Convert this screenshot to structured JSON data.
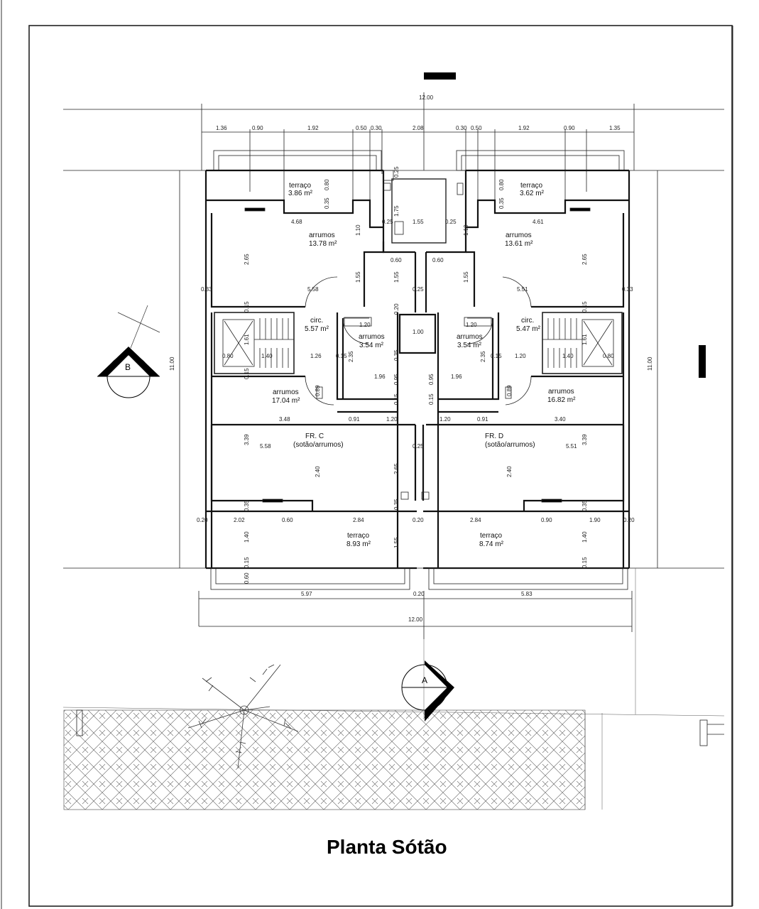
{
  "title": "Planta Sótão",
  "sections": {
    "a": "A",
    "b": "B"
  },
  "rooms": {
    "terraco_tl": {
      "name": "terraço",
      "area": "3.86 m²"
    },
    "terraco_tr": {
      "name": "terraço",
      "area": "3.62 m²"
    },
    "arrumos_tl": {
      "name": "arrumos",
      "area": "13.78 m²"
    },
    "arrumos_tr": {
      "name": "arrumos",
      "area": "13.61 m²"
    },
    "circ_l": {
      "name": "circ.",
      "area": "5.57 m²"
    },
    "circ_r": {
      "name": "circ.",
      "area": "5.47 m²"
    },
    "arrumos_cl": {
      "name": "arrumos",
      "area": "3.54 m²"
    },
    "arrumos_cr": {
      "name": "arrumos",
      "area": "3.54 m²"
    },
    "arrumos_ml": {
      "name": "arrumos",
      "area": "17.04 m²"
    },
    "arrumos_mr": {
      "name": "arrumos",
      "area": "16.82 m²"
    },
    "fr_c": {
      "name": "FR. C",
      "use": "(sotão/arrumos)"
    },
    "fr_d": {
      "name": "FR. D",
      "use": "(sotão/arrumos)"
    },
    "terraco_bl": {
      "name": "terraço",
      "area": "8.93 m²"
    },
    "terraco_br": {
      "name": "terraço",
      "area": "8.74 m²"
    }
  },
  "dims": {
    "top_total": "12.00",
    "top_row": [
      "1.36",
      "0.90",
      "1.92",
      "0.50",
      "0.30",
      "2.08",
      "0.30",
      "0.50",
      "1.92",
      "0.90",
      "1.35"
    ],
    "bottom_row": [
      "5.97",
      "0.20",
      "5.83"
    ],
    "bottom_total": "12.00",
    "side_left": "11.00",
    "side_right": "11.00",
    "inner": {
      "d080a": "0.80",
      "d035a": "0.35",
      "d080b": "0.80",
      "d035b": "0.35",
      "d025a": "0.25",
      "d175": "1.75",
      "d155a": "1.55",
      "d025b": "0.25",
      "d025c": "0.25",
      "d468": "4.68",
      "d461": "4.61",
      "d110a": "1.10",
      "d110b": "1.10",
      "d265a": "2.65",
      "d265b": "2.65",
      "d060a": "0.60",
      "d060b": "0.60",
      "d155b": "1.55",
      "d155c": "1.55",
      "d155d": "1.55",
      "d033a": "0.33",
      "d558a": "5.58",
      "d025d": "0.25",
      "d551a": "5.51",
      "d033b": "0.33",
      "d015a": "0.15",
      "d020a": "0.20",
      "d015b": "0.15",
      "d120a": "1.20",
      "d120b": "1.20",
      "d100": "1.00",
      "d161a": "1.61",
      "d161b": "1.61",
      "d080c": "0.80",
      "d140a": "1.40",
      "d126": "1.26",
      "d015c": "0.15",
      "d035c": "0.35",
      "d235a": "2.35",
      "d235b": "2.35",
      "d015d": "0.15",
      "d120c": "1.20",
      "d140b": "1.40",
      "d080d": "0.80",
      "d015e": "0.15",
      "d196a": "1.96",
      "d095a": "0.95",
      "d095b": "0.95",
      "d196b": "1.96",
      "d015f": "0.15",
      "d089a": "0.89",
      "d089b": "0.89",
      "d015g": "0.15",
      "d091a": "0.91",
      "d120d": "1.20",
      "d120e": "1.20",
      "d091b": "0.91",
      "d348": "3.48",
      "d340": "3.40",
      "d339a": "3.39",
      "d339b": "3.39",
      "d558b": "5.58",
      "d025e": "0.25",
      "d551b": "5.51",
      "d240a": "2.40",
      "d265c": "2.65",
      "d240b": "2.40",
      "d035d": "0.35",
      "d035e": "0.35",
      "d035f": "0.35",
      "d020b": "0.20",
      "d202": "2.02",
      "d060c": "0.60",
      "d284a": "2.84",
      "d020c": "0.20",
      "d284b": "2.84",
      "d090": "0.90",
      "d190": "1.90",
      "d020d": "0.20",
      "d140c": "1.40",
      "d155e": "1.55",
      "d140d": "1.40",
      "d015h": "0.15",
      "d015i": "0.15",
      "d060d": "0.60"
    }
  },
  "colors": {
    "line": "#111111",
    "paper": "#ffffff"
  }
}
